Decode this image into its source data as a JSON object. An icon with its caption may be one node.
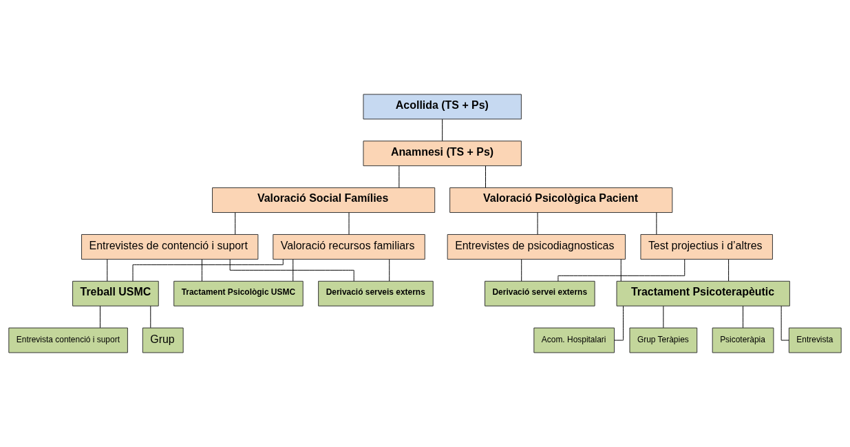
{
  "diagram": {
    "nodes": [
      {
        "text": [
          "Acollida (TS + Ps)"
        ]
      },
      {
        "text": [
          "Anamnesi (TS + Ps)"
        ]
      },
      {
        "text": [
          "Valoració Social Famílies"
        ]
      },
      {
        "text": [
          "Valoració Psicològica Pacient"
        ]
      },
      {
        "text": [
          "Entrevistes de contenció i suport"
        ]
      },
      {
        "text": [
          "Valoració recursos familiars"
        ]
      },
      {
        "text": [
          "Entrevistes de psicodiagnosticas"
        ]
      },
      {
        "text": [
          "Test projectius i d’altres"
        ]
      },
      {
        "text": [
          "Treball USMC"
        ]
      },
      {
        "text": [
          "Entrevista contenció i suport"
        ]
      },
      {
        "text": [
          "Grup"
        ]
      },
      {
        "text": [
          "Tractament Psicològic USMC"
        ]
      },
      {
        "text": [
          "Derivació serveis externs"
        ]
      },
      {
        "text": [
          "Tractament Psicoterapèutic"
        ]
      },
      {
        "text": [
          "Psicoteràpia"
        ]
      },
      {
        "text": [
          "Entrevista"
        ]
      },
      {
        "text": [
          "Acom. Hospitalari"
        ]
      },
      {
        "text": [
          "Grup Teràpies"
        ]
      },
      {
        "text": [
          "Derivació servei externs"
        ]
      }
    ],
    "edges": [
      {
        "from": 0,
        "to": 1,
        "arrow": "none"
      },
      {
        "from": 1,
        "to": 2,
        "arrow": "none"
      },
      {
        "from": 1,
        "to": 3,
        "arrow": "none"
      },
      {
        "from": 2,
        "to": 4,
        "arrow": "none"
      },
      {
        "from": 2,
        "to": 5,
        "arrow": "none"
      },
      {
        "from": 3,
        "to": 6,
        "arrow": "none"
      },
      {
        "from": 3,
        "to": 7,
        "arrow": "none"
      },
      {
        "from": 4,
        "to": 8,
        "arrow": "none"
      },
      {
        "from": 4,
        "to": 11,
        "arrow": "none"
      },
      {
        "from": 4,
        "to": 12,
        "arrow": "none"
      },
      {
        "from": 5,
        "to": 8,
        "arrow": "none"
      },
      {
        "from": 5,
        "to": 11,
        "arrow": "none"
      },
      {
        "from": 5,
        "to": 12,
        "arrow": "none"
      },
      {
        "from": 6,
        "to": 13,
        "arrow": "none"
      },
      {
        "from": 6,
        "to": 18,
        "arrow": "none"
      },
      {
        "from": 7,
        "to": 13,
        "arrow": "none"
      },
      {
        "from": 7,
        "to": 18,
        "arrow": "none"
      },
      {
        "from": 8,
        "to": 9,
        "arrow": "none"
      },
      {
        "from": 8,
        "to": 10,
        "arrow": "none"
      },
      {
        "from": 13,
        "to": 14,
        "arrow": "none"
      },
      {
        "from": 13,
        "to": 15,
        "arrow": "none"
      },
      {
        "from": 13,
        "to": 16,
        "arrow": "none"
      },
      {
        "from": 13,
        "to": 17,
        "arrow": "none"
      }
    ]
  }
}
